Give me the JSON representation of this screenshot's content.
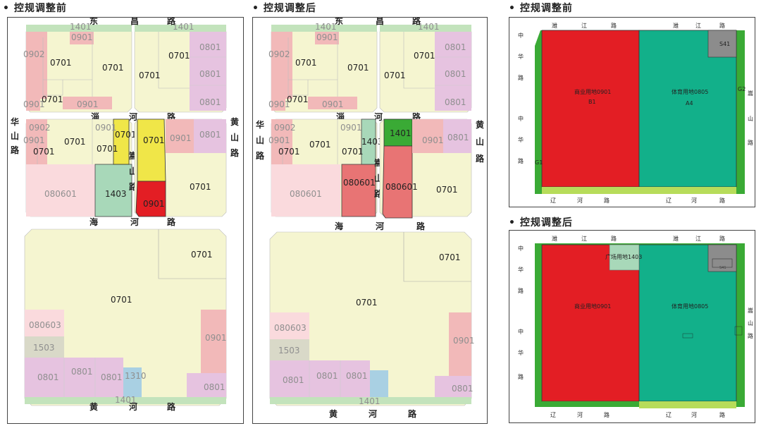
{
  "headings": {
    "left": "• 控规调整前",
    "middle": "• 控规调整后",
    "right_top": "• 控规调整前",
    "right_bottom": "• 控规调整后"
  },
  "colors": {
    "residential": "#f5f5d0",
    "commercial_light": "#f2b9b9",
    "commercial_red": "#e31e24",
    "mixed_pink": "#fadadd",
    "purple": "#e6c3e0",
    "green_light": "#a8d8b9",
    "green": "#3aaa35",
    "sports": "#12b08a",
    "salmon": "#e87474",
    "yellow": "#f0e648",
    "grey": "#8c8c8c",
    "border_green": "#c3e3bc",
    "blue_light": "#a9d0e3",
    "grey_light": "#d9d9c8"
  },
  "roads": {
    "north": [
      "东",
      "昌",
      "路"
    ],
    "middle": [
      "淄",
      "河",
      "路"
    ],
    "south_mid": [
      "海",
      "河",
      "路"
    ],
    "south": [
      "黄",
      "河",
      "路"
    ],
    "west": [
      "华",
      "山",
      "路"
    ],
    "east": [
      "黄",
      "山",
      "路"
    ],
    "songshan": [
      "嵩",
      "山",
      "路"
    ]
  },
  "codes": {
    "c1401": "1401",
    "c0901": "0901",
    "c0902": "0902",
    "c0701": "0701",
    "c0801": "0801",
    "c1403": "1403",
    "c080601": "080601",
    "c080603": "080603",
    "c1503": "1503",
    "c1310": "1310"
  },
  "site": {
    "before": {
      "north_road": [
        "潍",
        "江",
        "路",
        "潍",
        "江",
        "路"
      ],
      "south_road": [
        "辽",
        "河",
        "路",
        "辽",
        "河",
        "路"
      ],
      "west_road": [
        "中",
        "华",
        "路",
        "中",
        "华",
        "路"
      ],
      "east_road": [
        "嵩",
        "山",
        "路"
      ],
      "commercial": "商业用地0901",
      "commercial_code": "B1",
      "sports": "体育用地0805",
      "sports_code": "A4",
      "utility": "S41",
      "green_west": "G1",
      "green_east": "G2"
    },
    "after": {
      "north_road": [
        "潍",
        "江",
        "路",
        "潍",
        "江",
        "路"
      ],
      "south_road": [
        "辽",
        "河",
        "路",
        "辽",
        "河",
        "路"
      ],
      "west_road": [
        "中",
        "华",
        "路",
        "中",
        "华",
        "路"
      ],
      "east_road": [
        "嵩",
        "山",
        "路"
      ],
      "commercial": "商业用地0901",
      "sports": "体育用地0805",
      "plaza": "广场用地1403",
      "utility": "S41"
    }
  }
}
